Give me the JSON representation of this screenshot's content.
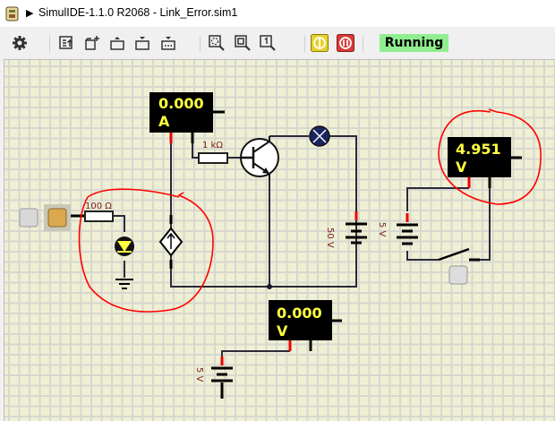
{
  "window": {
    "title": "SimulIDE-1.1.0 R2068 - Link_Error.sim1",
    "app_icon": "simulide-chip-icon",
    "play_glyph": "▶"
  },
  "toolbar": {
    "buttons": [
      {
        "name": "settings",
        "icon": "gear-icon"
      },
      {
        "name": "open-recent",
        "icon": "recent-files-icon"
      },
      {
        "name": "new-circuit",
        "icon": "new-folder-icon"
      },
      {
        "name": "open-circuit",
        "icon": "open-folder-icon"
      },
      {
        "name": "save-circuit",
        "icon": "save-folder-icon"
      },
      {
        "name": "save-as",
        "icon": "save-as-folder-icon"
      },
      {
        "name": "zoom-fit",
        "icon": "zoom-fit-icon"
      },
      {
        "name": "zoom-selected",
        "icon": "zoom-selected-icon"
      },
      {
        "name": "zoom-one",
        "icon": "zoom-one-icon"
      },
      {
        "name": "power-toggle",
        "icon": "power-icon"
      },
      {
        "name": "pause",
        "icon": "pause-icon"
      }
    ],
    "status": "Running",
    "colors": {
      "power": "#e6d22a",
      "pause": "#d93a3a",
      "status_bg": "#90ee90"
    }
  },
  "circuit": {
    "ammeter": {
      "value": "0.000",
      "unit": "A"
    },
    "voltmeter_right": {
      "value": "4.951",
      "unit": "V"
    },
    "voltmeter_bottom": {
      "value": "0.000",
      "unit": "V"
    },
    "resistor_base": {
      "label": "1 kΩ"
    },
    "resistor_led": {
      "label": "100 Ω"
    },
    "battery_main": {
      "label": "50 V"
    },
    "battery_switch": {
      "label": "5 V"
    },
    "battery_bottom": {
      "label": "5 V"
    },
    "components": [
      "push-button",
      "toggle-switch-button",
      "led",
      "ground",
      "current-source",
      "npn-transistor",
      "lamp",
      "switch",
      "switch-button"
    ],
    "colors": {
      "grid_bg": "#efefd3",
      "wire": "#2a2a3a",
      "pin_positive": "#ff0000",
      "annotation": "#ff0000",
      "meter_text": "#ffff40"
    }
  }
}
